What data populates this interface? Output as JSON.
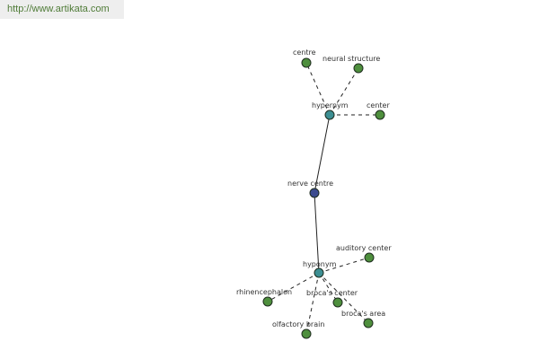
{
  "header": {
    "url": "http://www.artikata.com"
  },
  "colors": {
    "leaf": "#4e8f3d",
    "hub": "#3d8f93",
    "center": "#3c4b8f",
    "url_text": "#4f7b37"
  },
  "graph": {
    "nodes": {
      "nerve_centre": "nerve centre",
      "hypernym_top": "hypernym",
      "hyponym_bottom": "hyponym",
      "centre": "centre",
      "neural_structure": "neural structure",
      "center": "center",
      "auditory_center": "auditory center",
      "rhinencephalon": "rhinencephalon",
      "brocas_center": "broca's center",
      "brocas_area": "broca's area",
      "olfactory_brain": "olfactory brain"
    }
  }
}
